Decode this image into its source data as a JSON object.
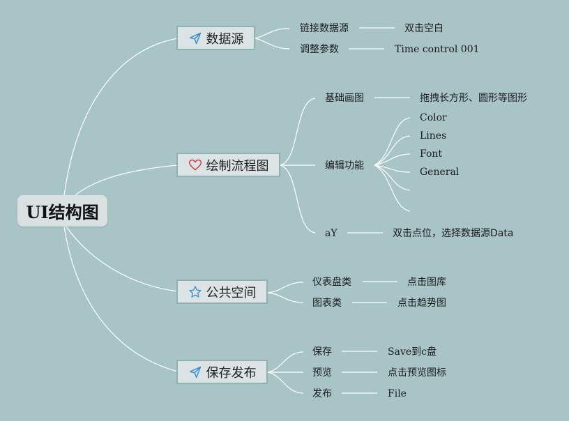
{
  "root": {
    "title": "UI结构图"
  },
  "branches": [
    {
      "label": "数据源",
      "icon": "paper-plane-icon",
      "children": [
        {
          "label": "链接数据源",
          "detail": "双击空白"
        },
        {
          "label": "调整参数",
          "detail": "Time control 001"
        }
      ]
    },
    {
      "label": "绘制流程图",
      "icon": "heart-icon",
      "children": [
        {
          "label": "基础画图",
          "detail": "拖拽长方形、圆形等图形"
        },
        {
          "label": "编辑功能",
          "subitems": [
            "Color",
            "Lines",
            "Font",
            "General",
            "",
            ""
          ]
        },
        {
          "label": "aY",
          "detail": "双击点位，选择数据源Data"
        }
      ]
    },
    {
      "label": "公共空间",
      "icon": "star-icon",
      "children": [
        {
          "label": "仪表盘类",
          "detail": "点击图库"
        },
        {
          "label": "图表类",
          "detail": "点击趋势图"
        }
      ]
    },
    {
      "label": "保存发布",
      "icon": "paper-plane-icon",
      "children": [
        {
          "label": "保存",
          "detail": "Save到c盘"
        },
        {
          "label": "预览",
          "detail": "点击预览图标"
        },
        {
          "label": "发布",
          "detail": "File"
        }
      ]
    }
  ],
  "colors": {
    "background": "#a9c4c7",
    "connector": "#ffffff",
    "plane_icon": "#3a8fd0",
    "heart_icon": "#d43a3a",
    "star_icon": "#3a8fd0"
  }
}
